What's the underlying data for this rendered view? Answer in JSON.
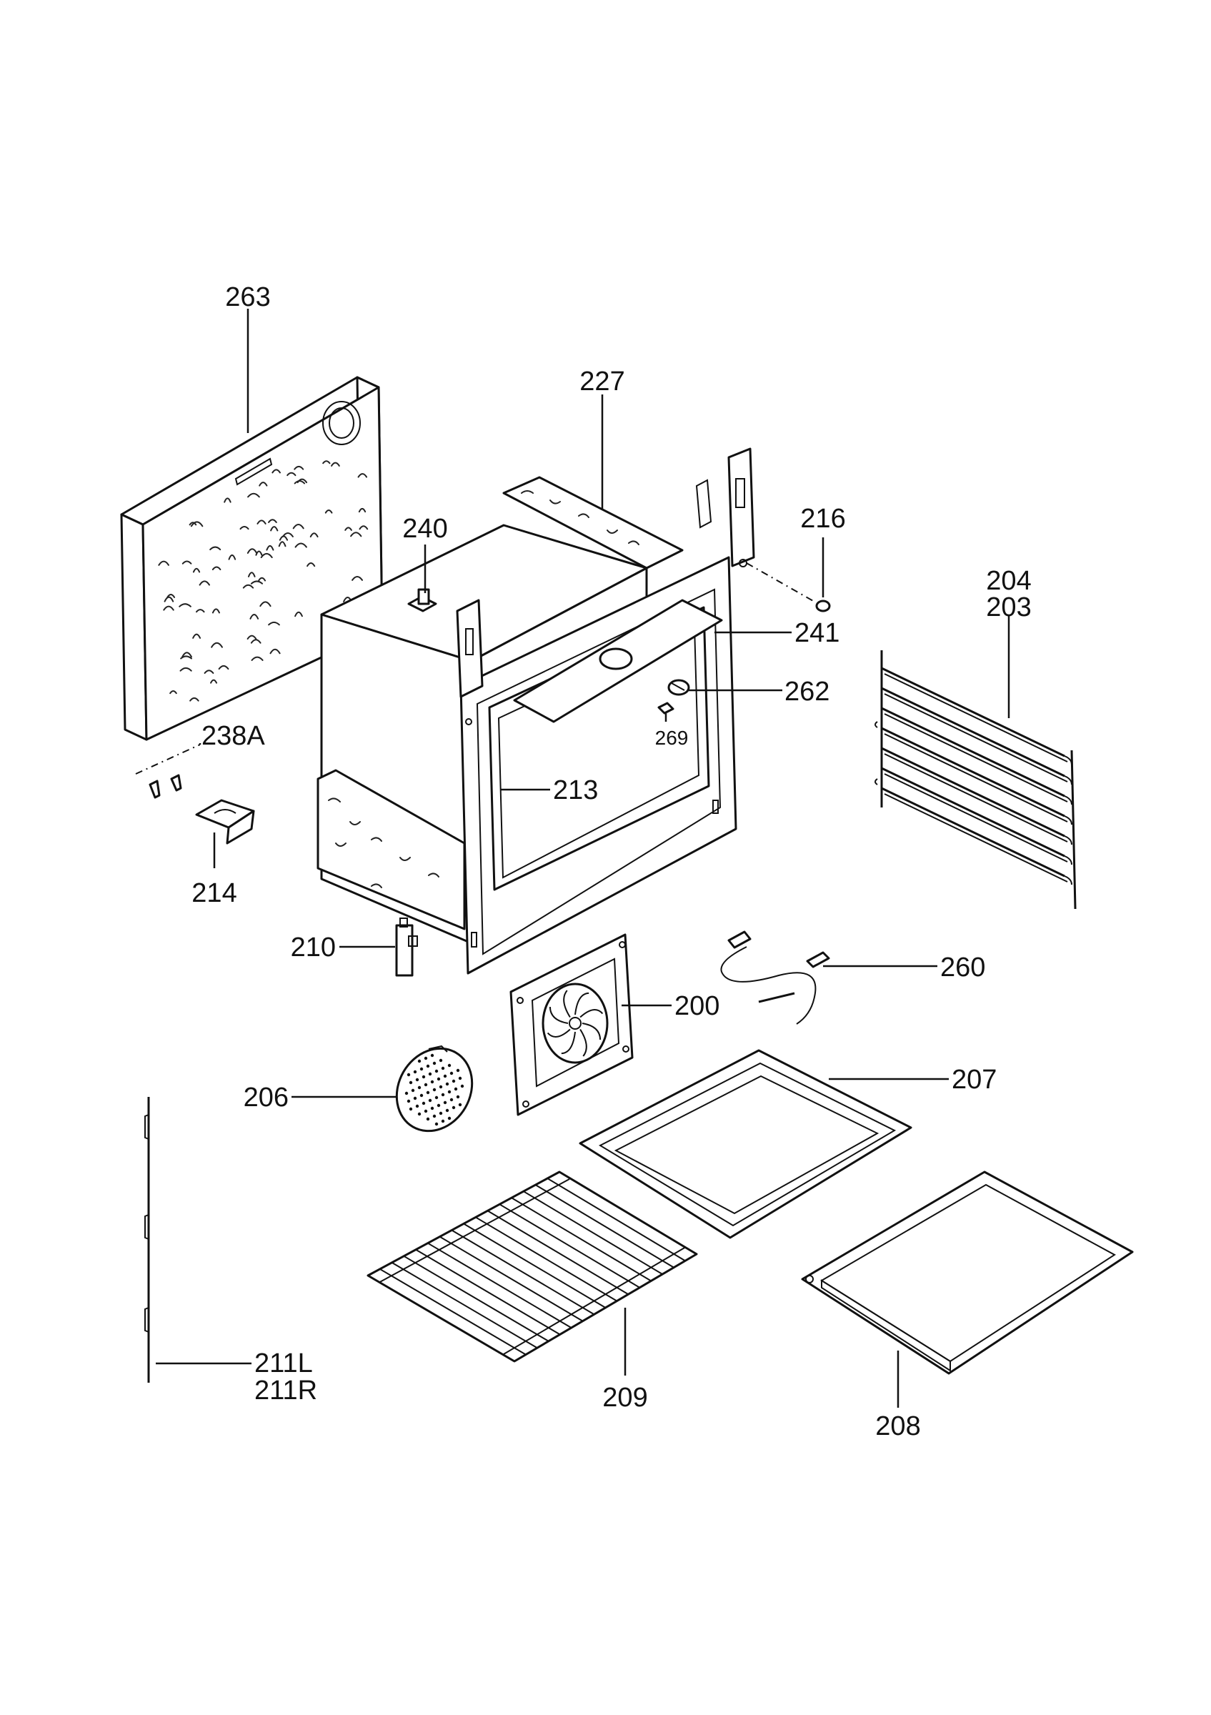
{
  "colors": {
    "ink": "#111111",
    "paper": "#ffffff"
  },
  "labels": {
    "p263": "263",
    "p227": "227",
    "p240": "240",
    "p216": "216",
    "p204": "204",
    "p203": "203",
    "p241": "241",
    "p262": "262",
    "p269": "269",
    "p238a": "238A",
    "p213": "213",
    "p214": "214",
    "p210": "210",
    "p260": "260",
    "p200": "200",
    "p207": "207",
    "p206": "206",
    "p211l": "211L",
    "p211r": "211R",
    "p209": "209",
    "p208": "208"
  }
}
